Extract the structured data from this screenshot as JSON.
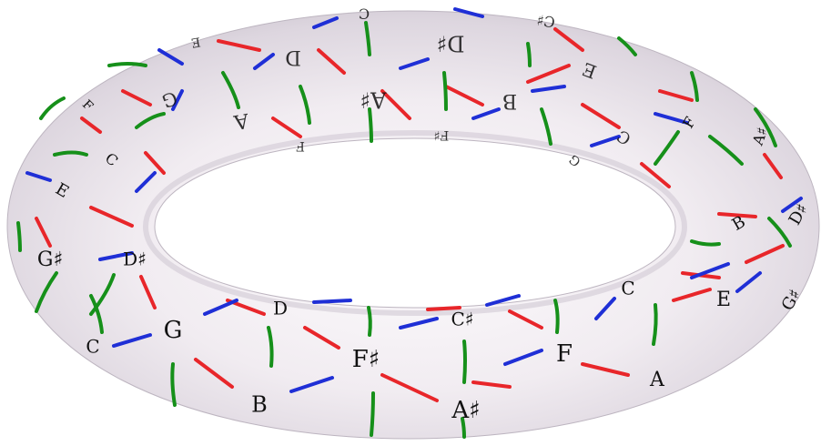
{
  "diagram": {
    "colors": {
      "surface": "#f1ecf1",
      "surface_shade": "#c9c2cc",
      "edge_red": "#e8262a",
      "edge_blue": "#1f2fd6",
      "edge_green": "#16901a"
    },
    "notes": {
      "front": [
        {
          "id": "c-front",
          "label": "C"
        },
        {
          "id": "g-front",
          "label": "G"
        },
        {
          "id": "b-front",
          "label": "B"
        },
        {
          "id": "d-front",
          "label": "D"
        },
        {
          "id": "fsharp-front",
          "label": "F♯"
        },
        {
          "id": "asharp-front",
          "label": "A♯"
        },
        {
          "id": "csharp-front",
          "label": "C♯"
        },
        {
          "id": "f-front",
          "label": "F"
        },
        {
          "id": "a-front",
          "label": "A"
        },
        {
          "id": "c-right",
          "label": "C"
        },
        {
          "id": "e-right",
          "label": "E"
        },
        {
          "id": "gsharp-right",
          "label": "G♯"
        }
      ],
      "sides": [
        {
          "id": "gsharp-left",
          "label": "G♯"
        },
        {
          "id": "dsharp-left",
          "label": "D♯"
        },
        {
          "id": "e-left",
          "label": "E"
        },
        {
          "id": "c-left",
          "label": "C"
        },
        {
          "id": "f-left",
          "label": "F"
        },
        {
          "id": "b-right",
          "label": "B"
        },
        {
          "id": "dsharp-right",
          "label": "D♯"
        },
        {
          "id": "asharp-right",
          "label": "A♯"
        },
        {
          "id": "f-right-back",
          "label": "F"
        }
      ],
      "back": [
        {
          "id": "d-back",
          "label": "D"
        },
        {
          "id": "asharp-back",
          "label": "A♯"
        },
        {
          "id": "dsharp-back",
          "label": "D♯"
        },
        {
          "id": "b-back",
          "label": "B"
        },
        {
          "id": "a-back",
          "label": "A"
        },
        {
          "id": "g-back",
          "label": "G"
        },
        {
          "id": "e-back",
          "label": "E"
        },
        {
          "id": "csharp-back",
          "label": "C♯"
        },
        {
          "id": "fsharp-back",
          "label": "F♯"
        },
        {
          "id": "f-back",
          "label": "F"
        },
        {
          "id": "c-back",
          "label": "C"
        },
        {
          "id": "g-back-right",
          "label": "G"
        },
        {
          "id": "e-back-left",
          "label": "E"
        },
        {
          "id": "c-back-top",
          "label": "C"
        }
      ]
    }
  }
}
